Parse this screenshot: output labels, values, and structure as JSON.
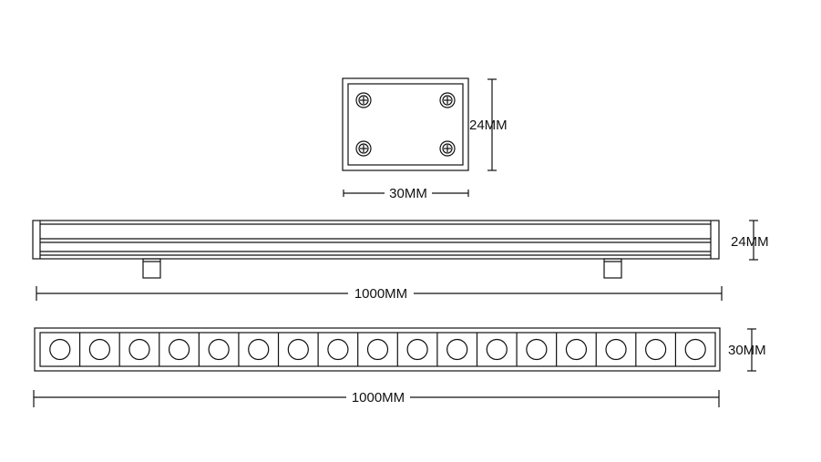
{
  "dimensions": {
    "end_view_height": "24MM",
    "end_view_width": "30MM",
    "side_view_height": "24MM",
    "side_view_length": "1000MM",
    "front_view_height": "30MM",
    "front_view_length": "1000MM"
  },
  "led_count": 17,
  "colors": {
    "line": "#111111",
    "background": "#ffffff"
  }
}
